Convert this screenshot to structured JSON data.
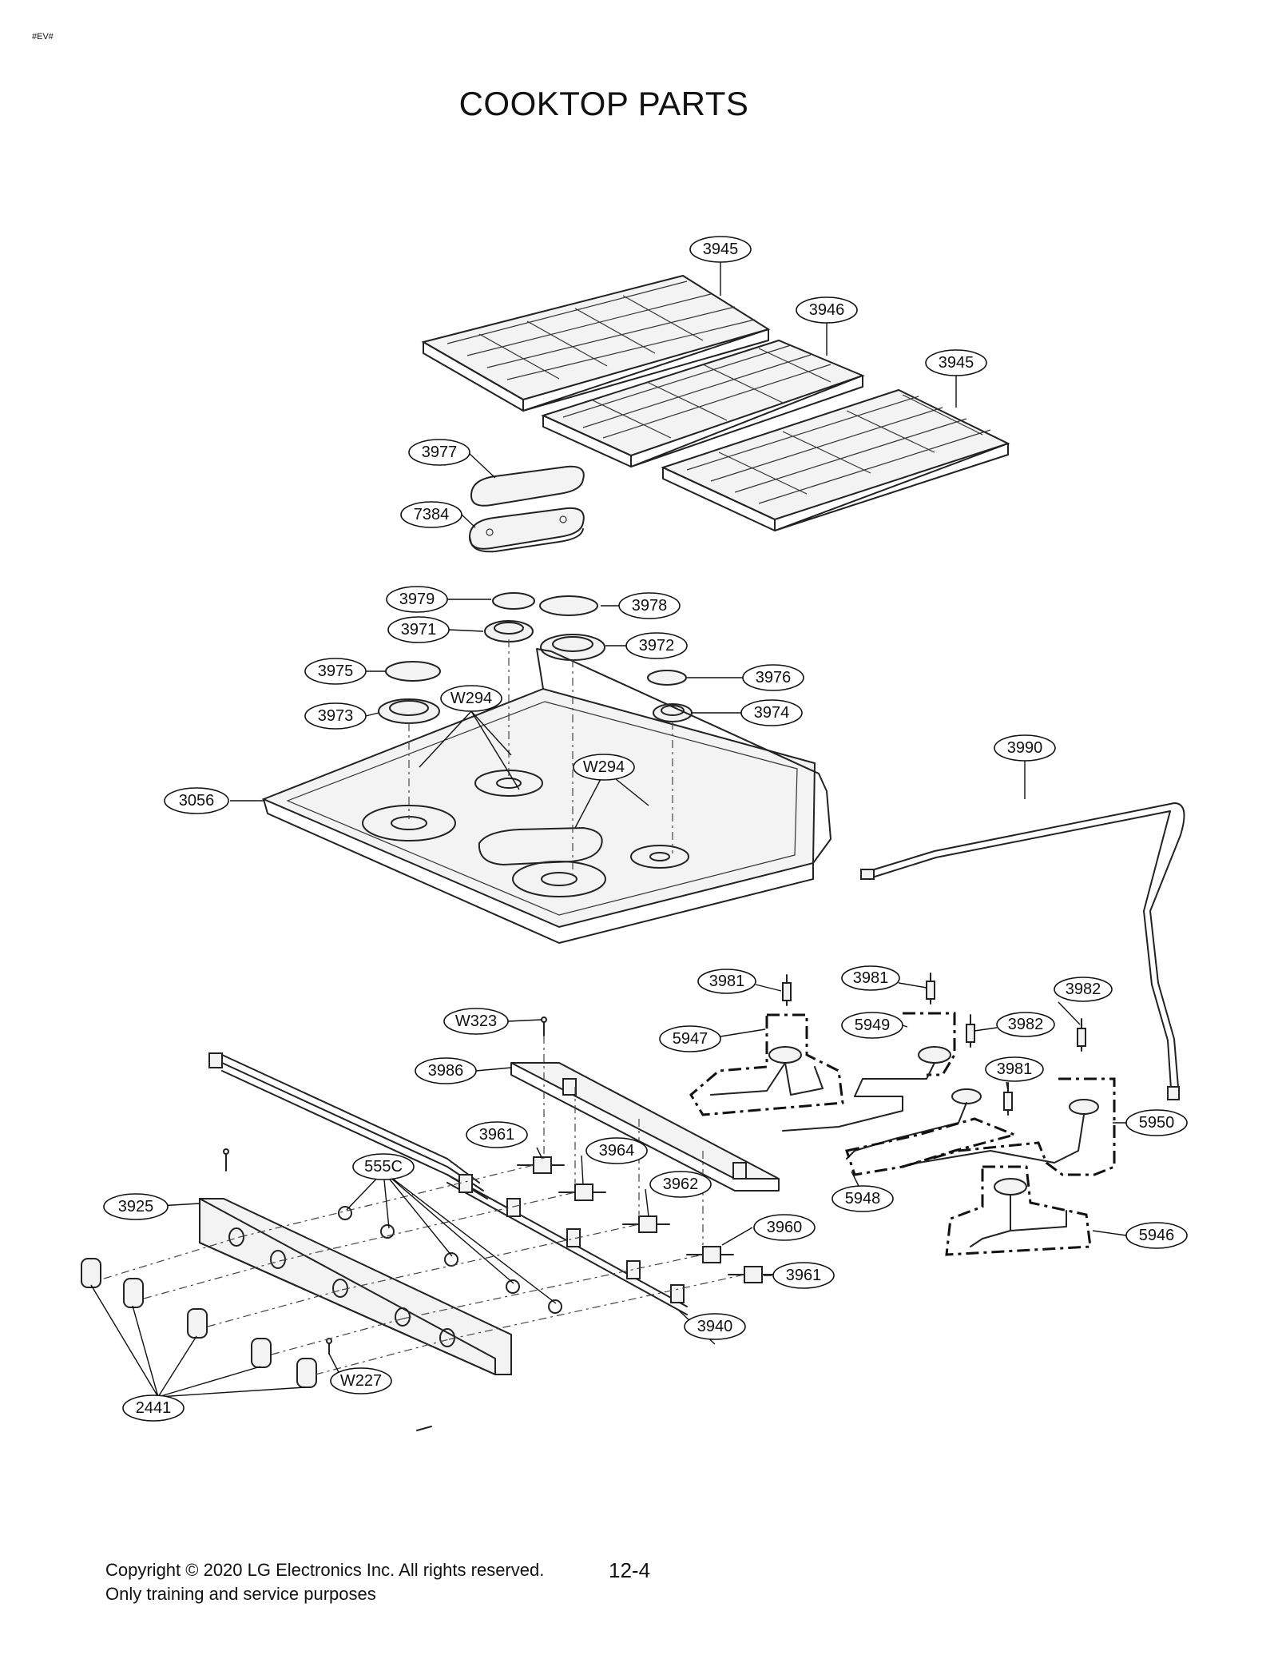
{
  "page_tag": "#EV#",
  "title": "COOKTOP PARTS",
  "page_number": "12-4",
  "footer": {
    "line1": "Copyright © 2020 LG Electronics Inc. All rights reserved.",
    "line2": "Only training and service purposes"
  },
  "callouts": {
    "grate_left": "3945",
    "grate_center": "3946",
    "grate_right": "3945",
    "griddle_cap": "3977",
    "griddle_base": "7384",
    "cap_small_rear": "3979",
    "cap_large_rear": "3978",
    "burner_rear_left": "3971",
    "burner_rear_center": "3972",
    "cap_left": "3975",
    "cap_right": "3976",
    "burner_left": "3973",
    "burner_right": "3974",
    "screw_top_a": "W294",
    "screw_top_b": "W294",
    "cooktop_panel": "3056",
    "gas_tube": "3990",
    "igniter_a": "3981",
    "igniter_b": "3981",
    "igniter_c": "3981",
    "electrode_a": "3982",
    "electrode_b": "3982",
    "tube_5947": "5947",
    "tube_5949": "5949",
    "tube_5950": "5950",
    "tube_5948": "5948",
    "tube_5946": "5946",
    "screw_w323": "W323",
    "manifold_bracket": "3986",
    "valve_3961_top": "3961",
    "valve_3964": "3964",
    "valve_3962": "3962",
    "valve_3960": "3960",
    "valve_3961_bottom": "3961",
    "washer_555c": "555C",
    "control_panel": "3925",
    "manifold": "3940",
    "screw_w227": "W227",
    "knobs": "2441"
  }
}
